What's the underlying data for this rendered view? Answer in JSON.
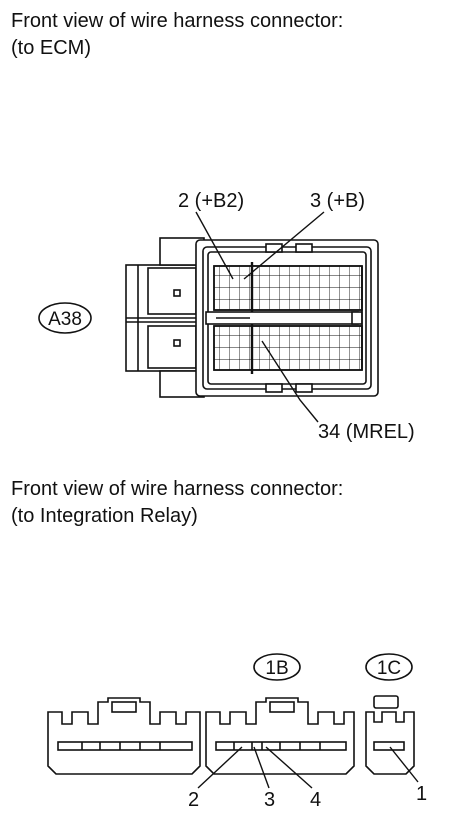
{
  "captions": {
    "ecm": {
      "line1": "Front view of wire harness connector:",
      "line2": "(to ECM)"
    },
    "relay": {
      "line1": "Front view of wire harness connector:",
      "line2": "(to Integration Relay)"
    }
  },
  "ecm_connector": {
    "id": "A38",
    "pins": {
      "b2": "2 (+B2)",
      "b": "3 (+B)",
      "mrel": "34 (MREL)"
    }
  },
  "relay_connectors": {
    "conn_1b": "1B",
    "conn_1c": "1C",
    "pins": {
      "p2": "2",
      "p3": "3",
      "p4": "4",
      "p1": "1"
    }
  }
}
